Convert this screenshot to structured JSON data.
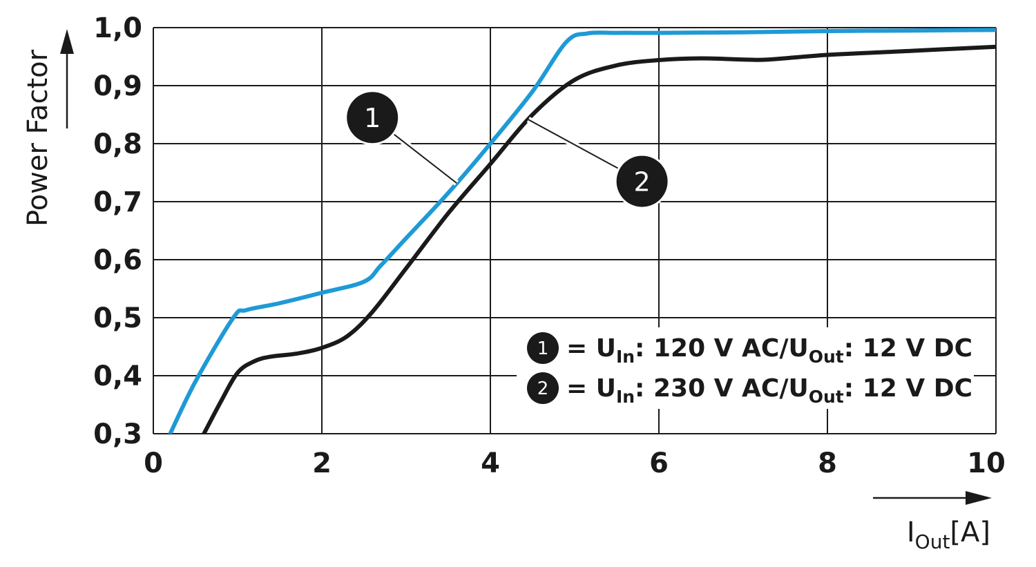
{
  "chart_data": {
    "type": "line",
    "ylabel": "Power Factor",
    "xlabel": {
      "main": "I",
      "sub": "Out",
      "unit": "[A]"
    },
    "xlim": [
      0,
      10
    ],
    "ylim": [
      0.3,
      1.0
    ],
    "x_ticks": [
      0,
      2,
      4,
      6,
      8,
      10
    ],
    "x_tick_labels": [
      "0",
      "2",
      "4",
      "6",
      "8",
      "10"
    ],
    "y_ticks": [
      0.3,
      0.4,
      0.5,
      0.6,
      0.7,
      0.8,
      0.9,
      1.0
    ],
    "y_tick_labels": [
      "0,3",
      "0,4",
      "0,5",
      "0,6",
      "0,7",
      "0,8",
      "0,9",
      "1,0"
    ],
    "grid": true,
    "series": [
      {
        "marker": "1",
        "color": "#1e9ad6",
        "x": [
          0.2,
          0.5,
          0.95,
          1.1,
          1.5,
          2.0,
          2.5,
          2.7,
          3.0,
          3.5,
          4.0,
          4.5,
          4.9,
          5.15,
          5.5,
          6.0,
          7.0,
          8.0,
          9.0,
          10.0
        ],
        "y": [
          0.3,
          0.39,
          0.5,
          0.513,
          0.525,
          0.543,
          0.562,
          0.59,
          0.637,
          0.715,
          0.8,
          0.89,
          0.975,
          0.99,
          0.991,
          0.991,
          0.992,
          0.994,
          0.995,
          0.996
        ]
      },
      {
        "marker": "2",
        "color": "#1a1a1a",
        "x": [
          0.6,
          0.8,
          1.0,
          1.2,
          1.4,
          1.7,
          2.0,
          2.3,
          2.6,
          3.0,
          3.5,
          4.0,
          4.5,
          5.0,
          5.5,
          6.0,
          6.5,
          7.0,
          7.3,
          8.0,
          9.0,
          10.0
        ],
        "y": [
          0.3,
          0.355,
          0.405,
          0.425,
          0.433,
          0.438,
          0.448,
          0.468,
          0.51,
          0.585,
          0.68,
          0.765,
          0.85,
          0.91,
          0.935,
          0.944,
          0.947,
          0.945,
          0.945,
          0.953,
          0.96,
          0.967
        ]
      }
    ],
    "annotations": [
      {
        "label": "1",
        "series": 0,
        "at_x": 3.6,
        "bubble_x": 2.6,
        "bubble_y": 0.845
      },
      {
        "label": "2",
        "series": 1,
        "at_x": 4.45,
        "bubble_x": 5.8,
        "bubble_y": 0.735
      }
    ],
    "legend": {
      "position": "bottom-right",
      "items": [
        {
          "num": "1",
          "prefix": "= U",
          "sub1": "In",
          "mid": ": 120 V AC/U",
          "sub2": "Out",
          "suffix": ": 12 V DC"
        },
        {
          "num": "2",
          "prefix": "= U",
          "sub1": "In",
          "mid": ": 230 V AC/U",
          "sub2": "Out",
          "suffix": ": 12 V DC"
        }
      ]
    }
  }
}
